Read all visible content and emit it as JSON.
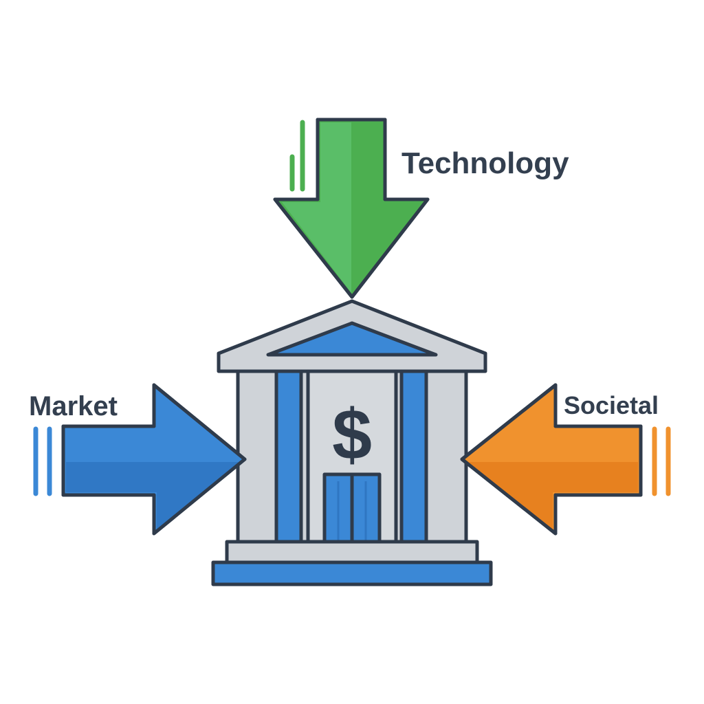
{
  "labels": {
    "top": "Technology",
    "left": "Market",
    "right": "Societal"
  },
  "building": {
    "symbol": "$",
    "icon": "bank-icon"
  },
  "arrows": [
    {
      "name": "technology-arrow",
      "icon": "arrow-down-icon",
      "direction": "down"
    },
    {
      "name": "market-arrow",
      "icon": "arrow-right-icon",
      "direction": "right"
    },
    {
      "name": "societal-arrow",
      "icon": "arrow-left-icon",
      "direction": "left"
    }
  ],
  "colors": {
    "green": "#4caf50",
    "green_light": "#5cc06a",
    "blue": "#3b88d6",
    "blue_dark": "#2f76c2",
    "orange": "#f0922e",
    "orange_dark": "#e57f1e",
    "gray": "#cfd3d8",
    "outline": "#2f3b4b",
    "text": "#333f4f"
  }
}
